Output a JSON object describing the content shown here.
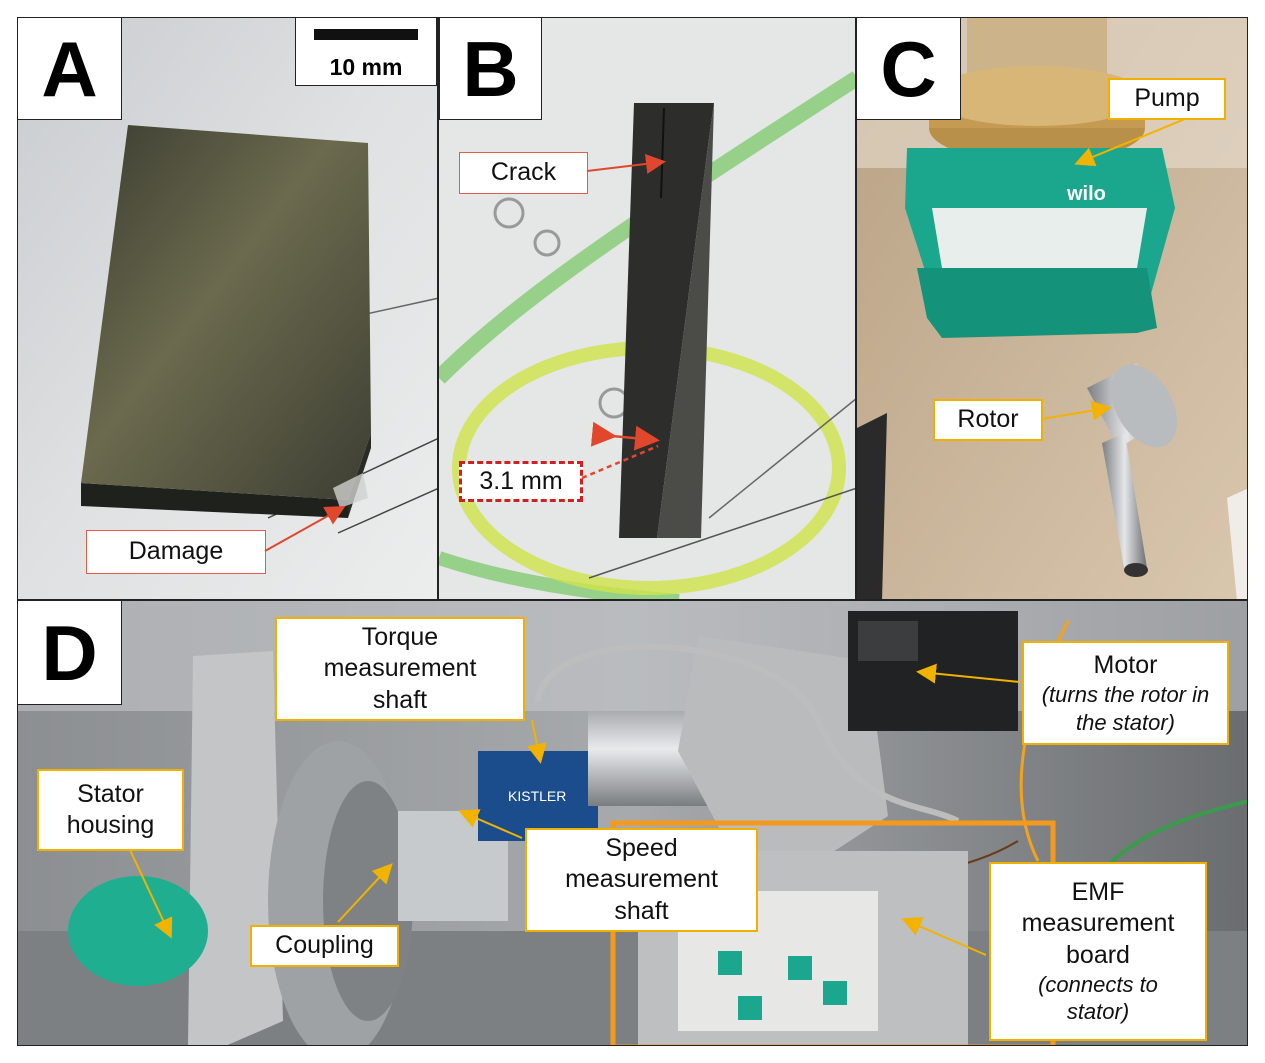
{
  "panels": {
    "a": {
      "letter": "A",
      "damage": "Damage"
    },
    "scale_bar": {
      "text": "10 mm"
    },
    "b": {
      "letter": "B",
      "crack": "Crack",
      "thickness": "3.1 mm"
    },
    "c": {
      "letter": "C",
      "pump": "Pump",
      "rotor": "Rotor",
      "brand": "wilo"
    },
    "d": {
      "letter": "D",
      "torque": "Torque measurement shaft",
      "motor": "Motor",
      "motor_note": "(turns the rotor in the stator)",
      "stator": "Stator housing",
      "speed": "Speed measurement shaft",
      "coupling": "Coupling",
      "emf": "EMF measurement board",
      "emf_note": "(connects to stator)",
      "brand": "KISTLER"
    }
  },
  "colors": {
    "arrow_red": "#e0472c",
    "arrow_gold": "#f2b200",
    "highlight_orange": "#f39a1e",
    "pump_green": "#1fae8f"
  }
}
